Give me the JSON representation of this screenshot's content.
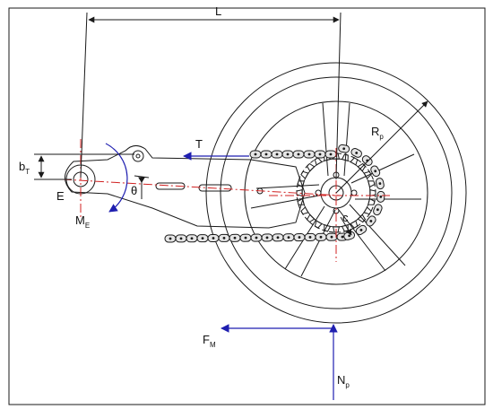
{
  "labels": {
    "L": "L",
    "T": "T",
    "Rp": {
      "main": "R",
      "sub": "p"
    },
    "bT": {
      "main": "b",
      "sub": "T"
    },
    "E": "E",
    "ME": {
      "main": "M",
      "sub": "E"
    },
    "theta": "θ",
    "c": "c",
    "FM": {
      "main": "F",
      "sub": "M"
    },
    "Np": {
      "main": "N",
      "sub": "p"
    }
  },
  "colors": {
    "line": "#1a1a1a",
    "force": "#1f1fb0",
    "axis": "#d02020",
    "chain_fill": "#e6e6e6"
  }
}
